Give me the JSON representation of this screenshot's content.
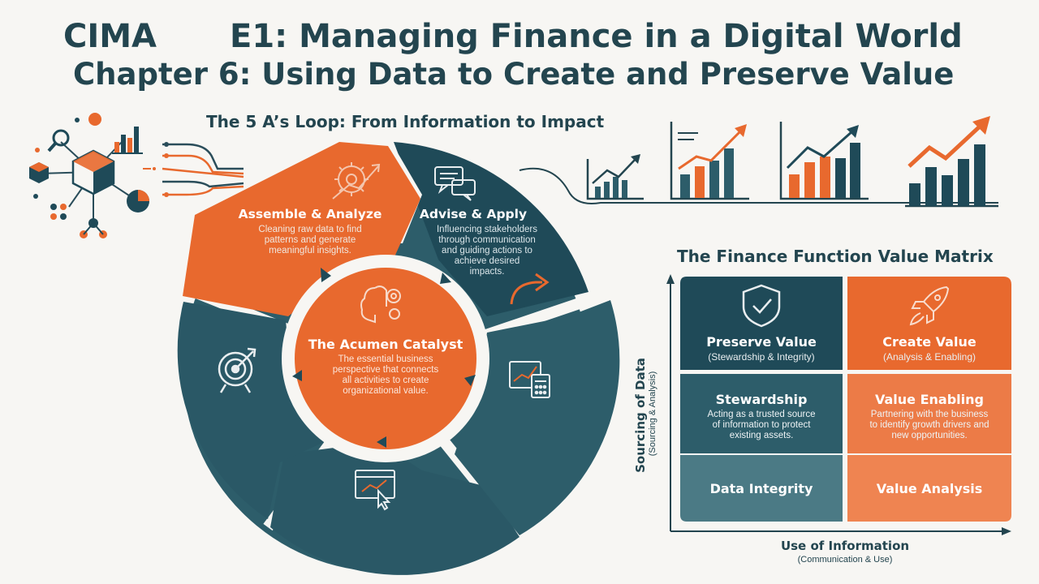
{
  "title": {
    "part1": "CIMA",
    "part2": "E1: Managing Finance in a Digital World",
    "line2": "Chapter 6: Using Data to Create and Preserve Value"
  },
  "loop": {
    "heading": "The 5 A’s Loop: From Information to Impact",
    "assemble": {
      "title": "Assemble & Analyze",
      "desc": [
        "Cleaning raw data to find",
        "patterns and generate",
        "meaningful insights."
      ]
    },
    "advise": {
      "title": "Advise & Apply",
      "desc": [
        "Influencing stakeholders",
        "through communication",
        "and guiding actions to",
        "achieve desired",
        "impacts."
      ]
    },
    "center": {
      "title": "The Acumen Catalyst",
      "desc": [
        "The essential business",
        "perspective that connects",
        "all activities to create",
        "organizational value."
      ]
    }
  },
  "matrix": {
    "heading": "The Finance Function Value Matrix",
    "preserve": {
      "title": "Preserve Value",
      "sub": "(Stewardship & Integrity)"
    },
    "create": {
      "title": "Create Value",
      "sub": "(Analysis & Enabling)"
    },
    "stewardship": {
      "title": "Stewardship",
      "desc": [
        "Acting as a trusted source",
        "of information to protect",
        "existing assets."
      ]
    },
    "enabling": {
      "title": "Value Enabling",
      "desc": [
        "Partnering with the business",
        "to identify growth drivers and",
        "new opportunities."
      ]
    },
    "integrity": {
      "title": "Data Integrity"
    },
    "analysis": {
      "title": "Value Analysis"
    },
    "y_axis": {
      "title": "Sourcing of Data",
      "sub": "(Sourcing & Analysis)"
    },
    "x_axis": {
      "title": "Use of Information",
      "sub": "(Communication & Use)"
    }
  },
  "colors": {
    "teal_dark": "#1f4a58",
    "teal_mid": "#2d5d6a",
    "teal_light": "#4b7a85",
    "orange": "#e8692e",
    "orange_light": "#ef8451",
    "background": "#f7f6f3"
  },
  "icons": [
    "gear-growth-icon",
    "speech-bubbles-icon",
    "curved-arrow-icon",
    "brain-gears-icon",
    "target-icon",
    "calculator-chart-icon",
    "browser-chart-click-icon",
    "shield-check-icon",
    "rocket-icon",
    "data-network-icon",
    "growth-chart-icon"
  ]
}
